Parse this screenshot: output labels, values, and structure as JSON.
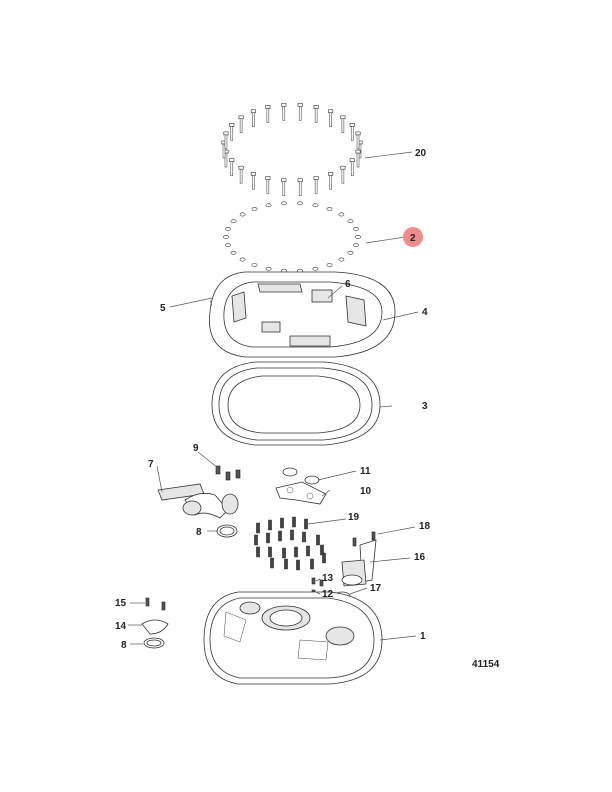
{
  "diagram": {
    "figure_number": "41154",
    "highlight_color": "#f08080",
    "highlighted_callout": "2",
    "callouts": [
      {
        "id": "c1",
        "label": "1"
      },
      {
        "id": "c2",
        "label": "2"
      },
      {
        "id": "c3",
        "label": "3"
      },
      {
        "id": "c4",
        "label": "4"
      },
      {
        "id": "c5",
        "label": "5"
      },
      {
        "id": "c6",
        "label": "6"
      },
      {
        "id": "c7",
        "label": "7"
      },
      {
        "id": "c8a",
        "label": "8"
      },
      {
        "id": "c8b",
        "label": "8"
      },
      {
        "id": "c9",
        "label": "9"
      },
      {
        "id": "c10",
        "label": "10"
      },
      {
        "id": "c11",
        "label": "11"
      },
      {
        "id": "c12",
        "label": "12"
      },
      {
        "id": "c13",
        "label": "13"
      },
      {
        "id": "c14",
        "label": "14"
      },
      {
        "id": "c15",
        "label": "15"
      },
      {
        "id": "c16",
        "label": "16"
      },
      {
        "id": "c17",
        "label": "17"
      },
      {
        "id": "c18",
        "label": "18"
      },
      {
        "id": "c19",
        "label": "19"
      },
      {
        "id": "c20",
        "label": "20"
      }
    ]
  }
}
